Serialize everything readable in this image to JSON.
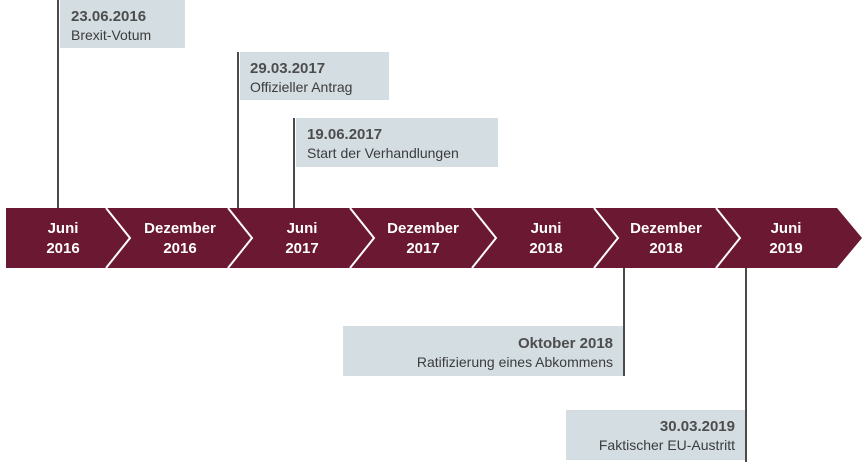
{
  "colors": {
    "arrow_fill": "#6b1832",
    "chevron_line": "#ffffff",
    "callout_bg": "#d3dde2",
    "connector": "#4a4a4a"
  },
  "periods": [
    {
      "month": "Juni",
      "year": "2016"
    },
    {
      "month": "Dezember",
      "year": "2016"
    },
    {
      "month": "Juni",
      "year": "2017"
    },
    {
      "month": "Dezember",
      "year": "2017"
    },
    {
      "month": "Juni",
      "year": "2018"
    },
    {
      "month": "Dezember",
      "year": "2018"
    },
    {
      "month": "Juni",
      "year": "2019"
    }
  ],
  "events_above": [
    {
      "date": "23.06.2016",
      "description": "Brexit-Votum"
    },
    {
      "date": "29.03.2017",
      "description": "Offizieller Antrag"
    },
    {
      "date": "19.06.2017",
      "description": "Start der Verhandlungen"
    }
  ],
  "events_below": [
    {
      "date": "Oktober 2018",
      "description": "Ratifizierung eines Abkommens"
    },
    {
      "date": "30.03.2019",
      "description": "Faktischer EU-Austritt"
    }
  ]
}
